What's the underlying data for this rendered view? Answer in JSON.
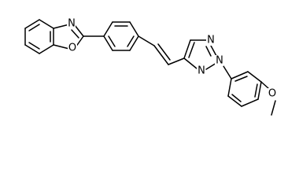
{
  "molecule": {
    "atoms": {
      "benzoxazole_n": "N",
      "benzoxazole_o": "O",
      "triazole_n1": "N",
      "triazole_n2": "N",
      "triazole_n3": "N",
      "methoxy_o": "O"
    },
    "colors": {
      "bond": "#000000",
      "label": "#000000",
      "background": "#ffffff"
    }
  }
}
